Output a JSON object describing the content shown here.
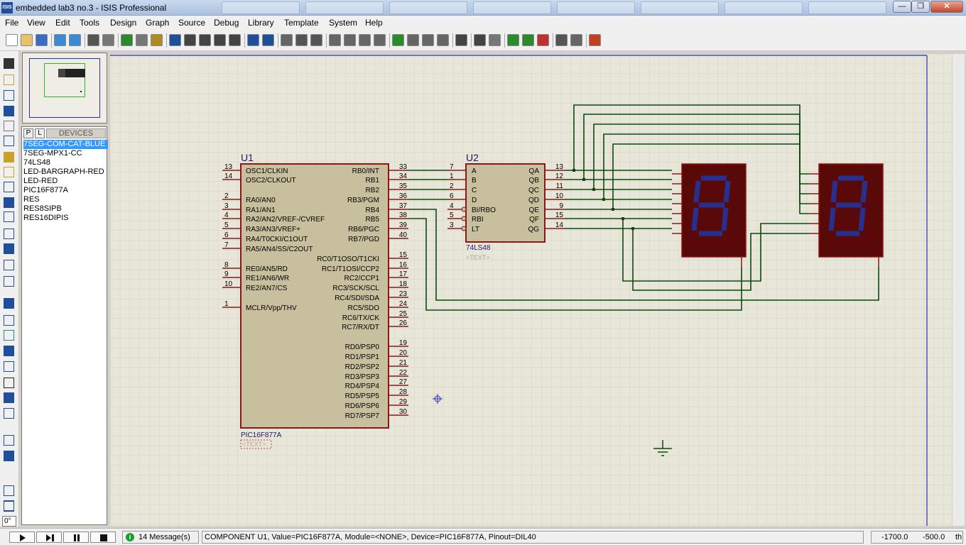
{
  "window": {
    "title": "embedded lab3 no.3 - ISIS Professional",
    "icon_label": "ISIS",
    "minimize": "—",
    "restore": "❐",
    "close": "✕"
  },
  "menu": [
    "File",
    "View",
    "Edit",
    "Tools",
    "Design",
    "Graph",
    "Source",
    "Debug",
    "Library",
    "Template",
    "System",
    "Help"
  ],
  "toolbar_icons": [
    "new-icon",
    "open-icon",
    "save-icon",
    "import-icon",
    "export-icon",
    "print-icon",
    "area-icon",
    "refresh-icon",
    "grid-icon",
    "origin-icon",
    "pan-icon",
    "zoom-in-icon",
    "zoom-out-icon",
    "zoom-all-icon",
    "zoom-area-icon",
    "undo-icon",
    "redo-icon",
    "cut-icon",
    "copy-icon",
    "paste-icon",
    "block-copy-icon",
    "block-move-icon",
    "block-rotate-icon",
    "block-delete-icon",
    "pick-device-icon",
    "make-device-icon",
    "packaging-icon",
    "decompose-icon",
    "wire-autorouter-icon",
    "search-icon",
    "property-tool-icon",
    "new-sheet-icon",
    "remove-sheet-icon",
    "exit-to-parent-icon",
    "bill-of-materials-icon",
    "electrical-check-icon",
    "netlist-to-ares-icon"
  ],
  "tool_icons": [
    "selection-icon",
    "component-icon",
    "junction-icon",
    "wire-label-icon",
    "text-script-icon",
    "bus-icon",
    "subcircuit-icon",
    "terminal-icon",
    "pin-icon",
    "graph-icon",
    "tape-icon",
    "generator-icon",
    "voltage-probe-icon",
    "current-probe-icon",
    "virtual-instrument-icon",
    "line-icon",
    "box-icon",
    "circle-icon",
    "arc-icon",
    "path-icon",
    "text-icon",
    "symbol-icon",
    "marker-icon",
    "rotate-cw-icon",
    "rotate-ccw-icon",
    "mirror-x-icon",
    "mirror-y-icon"
  ],
  "rotation_value": "0°",
  "device_panel": {
    "p_label": "P",
    "l_label": "L",
    "header": "DEVICES",
    "items": [
      "7SEG-COM-CAT-BLUE",
      "7SEG-MPX1-CC",
      "74LS48",
      "LED-BARGRAPH-RED",
      "LED-RED",
      "PIC16F877A",
      "RES",
      "RES8SIPB",
      "RES16DIPIS"
    ],
    "selected_index": 0
  },
  "schematic": {
    "u1": {
      "ref": "U1",
      "part": "PIC16F877A",
      "text_placeholder": "<TEXT>",
      "left_pins": [
        {
          "num": "13",
          "name": "OSC1/CLKIN"
        },
        {
          "num": "14",
          "name": "OSC2/CLKOUT"
        },
        {
          "num": "2",
          "name": "RA0/AN0"
        },
        {
          "num": "3",
          "name": "RA1/AN1"
        },
        {
          "num": "4",
          "name": "RA2/AN2/VREF-/CVREF"
        },
        {
          "num": "5",
          "name": "RA3/AN3/VREF+"
        },
        {
          "num": "6",
          "name": "RA4/T0CKI/C1OUT"
        },
        {
          "num": "7",
          "name": "RA5/AN4/SS/C2OUT"
        },
        {
          "num": "8",
          "name": "RE0/AN5/RD"
        },
        {
          "num": "9",
          "name": "RE1/AN6/WR"
        },
        {
          "num": "10",
          "name": "RE2/AN7/CS"
        },
        {
          "num": "1",
          "name": "MCLR/Vpp/THV"
        }
      ],
      "right_pins": [
        {
          "num": "33",
          "name": "RB0/INT"
        },
        {
          "num": "34",
          "name": "RB1"
        },
        {
          "num": "35",
          "name": "RB2"
        },
        {
          "num": "36",
          "name": "RB3/PGM"
        },
        {
          "num": "37",
          "name": "RB4"
        },
        {
          "num": "38",
          "name": "RB5"
        },
        {
          "num": "39",
          "name": "RB6/PGC"
        },
        {
          "num": "40",
          "name": "RB7/PGD"
        },
        {
          "num": "15",
          "name": "RC0/T1OSO/T1CKI"
        },
        {
          "num": "16",
          "name": "RC1/T1OSI/CCP2"
        },
        {
          "num": "17",
          "name": "RC2/CCP1"
        },
        {
          "num": "18",
          "name": "RC3/SCK/SCL"
        },
        {
          "num": "23",
          "name": "RC4/SDI/SDA"
        },
        {
          "num": "24",
          "name": "RC5/SDO"
        },
        {
          "num": "25",
          "name": "RC6/TX/CK"
        },
        {
          "num": "26",
          "name": "RC7/RX/DT"
        },
        {
          "num": "19",
          "name": "RD0/PSP0"
        },
        {
          "num": "20",
          "name": "RD1/PSP1"
        },
        {
          "num": "21",
          "name": "RD2/PSP2"
        },
        {
          "num": "22",
          "name": "RD3/PSP3"
        },
        {
          "num": "27",
          "name": "RD4/PSP4"
        },
        {
          "num": "28",
          "name": "RD5/PSP5"
        },
        {
          "num": "29",
          "name": "RD6/PSP6"
        },
        {
          "num": "30",
          "name": "RD7/PSP7"
        }
      ]
    },
    "u2": {
      "ref": "U2",
      "part": "74LS48",
      "text_placeholder": "<TEXT>",
      "left_pins": [
        {
          "num": "7",
          "name": "A"
        },
        {
          "num": "1",
          "name": "B"
        },
        {
          "num": "2",
          "name": "C"
        },
        {
          "num": "6",
          "name": "D"
        },
        {
          "num": "4",
          "name": "BI/RBO"
        },
        {
          "num": "5",
          "name": "RBI"
        },
        {
          "num": "3",
          "name": "LT"
        }
      ],
      "right_pins": [
        {
          "num": "13",
          "name": "QA"
        },
        {
          "num": "12",
          "name": "QB"
        },
        {
          "num": "11",
          "name": "QC"
        },
        {
          "num": "10",
          "name": "QD"
        },
        {
          "num": "9",
          "name": "QE"
        },
        {
          "num": "15",
          "name": "QF"
        },
        {
          "num": "14",
          "name": "QG"
        }
      ]
    },
    "colors": {
      "sheet": "#e8e6d8",
      "grid": "#d3d1c3",
      "wire": "#0b4a0b",
      "chip_fill": "#c8bf9e",
      "chip_border": "#8b1818",
      "pin": "#8b1818",
      "label": "#1a1a6a",
      "display_bg": "#5a0909",
      "segment": "#26308f"
    }
  },
  "status": {
    "message_count": "14 Message(s)",
    "info_icon": "i",
    "text": "COMPONENT U1, Value=PIC16F877A, Module=<NONE>, Device=PIC16F877A, Pinout=DIL40",
    "coord_x": "-1700.0",
    "coord_y": "-500.0",
    "unit": "th"
  }
}
